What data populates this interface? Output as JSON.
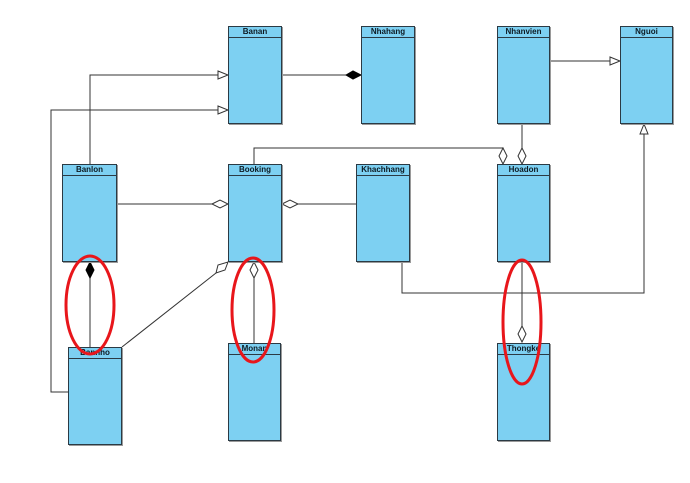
{
  "diagram": {
    "type": "uml-class-diagram",
    "classes": {
      "banan": "Banan",
      "nhahang": "Nhahang",
      "nhanvien": "Nhanvien",
      "nguoi": "Nguoi",
      "banlon": "Banlon",
      "booking": "Booking",
      "khachhang": "Khachhang",
      "hoadon": "Hoadon",
      "bannho": "Bannho",
      "monan": "Monan",
      "thongke": "Thongke"
    },
    "relations": [
      {
        "from": "Banlon",
        "to": "Banan",
        "kind": "generalization"
      },
      {
        "from": "Bannho",
        "to": "Banan",
        "kind": "generalization"
      },
      {
        "from": "Banan",
        "to": "Nhahang",
        "kind": "composition"
      },
      {
        "from": "Nhanvien",
        "to": "Nguoi",
        "kind": "generalization"
      },
      {
        "from": "Khachhang",
        "to": "Nguoi",
        "kind": "generalization"
      },
      {
        "from": "Banlon",
        "to": "Booking",
        "kind": "aggregation"
      },
      {
        "from": "Khachhang",
        "to": "Booking",
        "kind": "aggregation"
      },
      {
        "from": "Bannho",
        "to": "Booking",
        "kind": "aggregation"
      },
      {
        "from": "Monan",
        "to": "Booking",
        "kind": "aggregation"
      },
      {
        "from": "Booking",
        "to": "Hoadon",
        "kind": "aggregation"
      },
      {
        "from": "Nhanvien",
        "to": "Hoadon",
        "kind": "aggregation"
      },
      {
        "from": "Bannho",
        "to": "Banlon",
        "kind": "composition"
      },
      {
        "from": "Hoadon",
        "to": "Thongke",
        "kind": "aggregation"
      }
    ],
    "highlight_color": "#e8161b",
    "class_fill": "#7dd0f2"
  }
}
